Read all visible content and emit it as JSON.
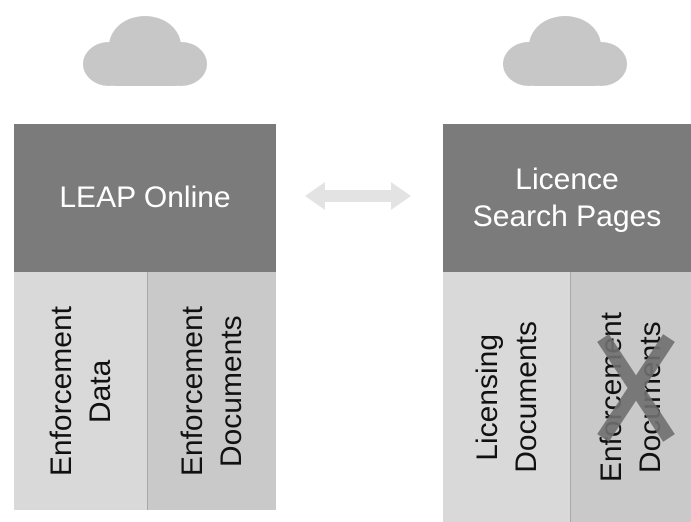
{
  "left_system": {
    "title": "LEAP Online",
    "columns": [
      {
        "line1": "Enforcement",
        "line2": "Data"
      },
      {
        "line1": "Enforcement",
        "line2": "Documents"
      }
    ]
  },
  "right_system": {
    "title_line1": "Licence",
    "title_line2": "Search Pages",
    "columns": [
      {
        "line1": "Licensing",
        "line2": "Documents"
      },
      {
        "line1": "Enforcement",
        "line2": "Documents",
        "crossed_out": true
      }
    ]
  },
  "connector": {
    "icon": "double-arrow-icon",
    "color": "#e3e3e3"
  },
  "colors": {
    "cloud": "#c7c7c7",
    "header": "#7b7b7b",
    "column_light": "#d9d9d9",
    "column_dark": "#c9c9c9",
    "cross": "#707070"
  }
}
